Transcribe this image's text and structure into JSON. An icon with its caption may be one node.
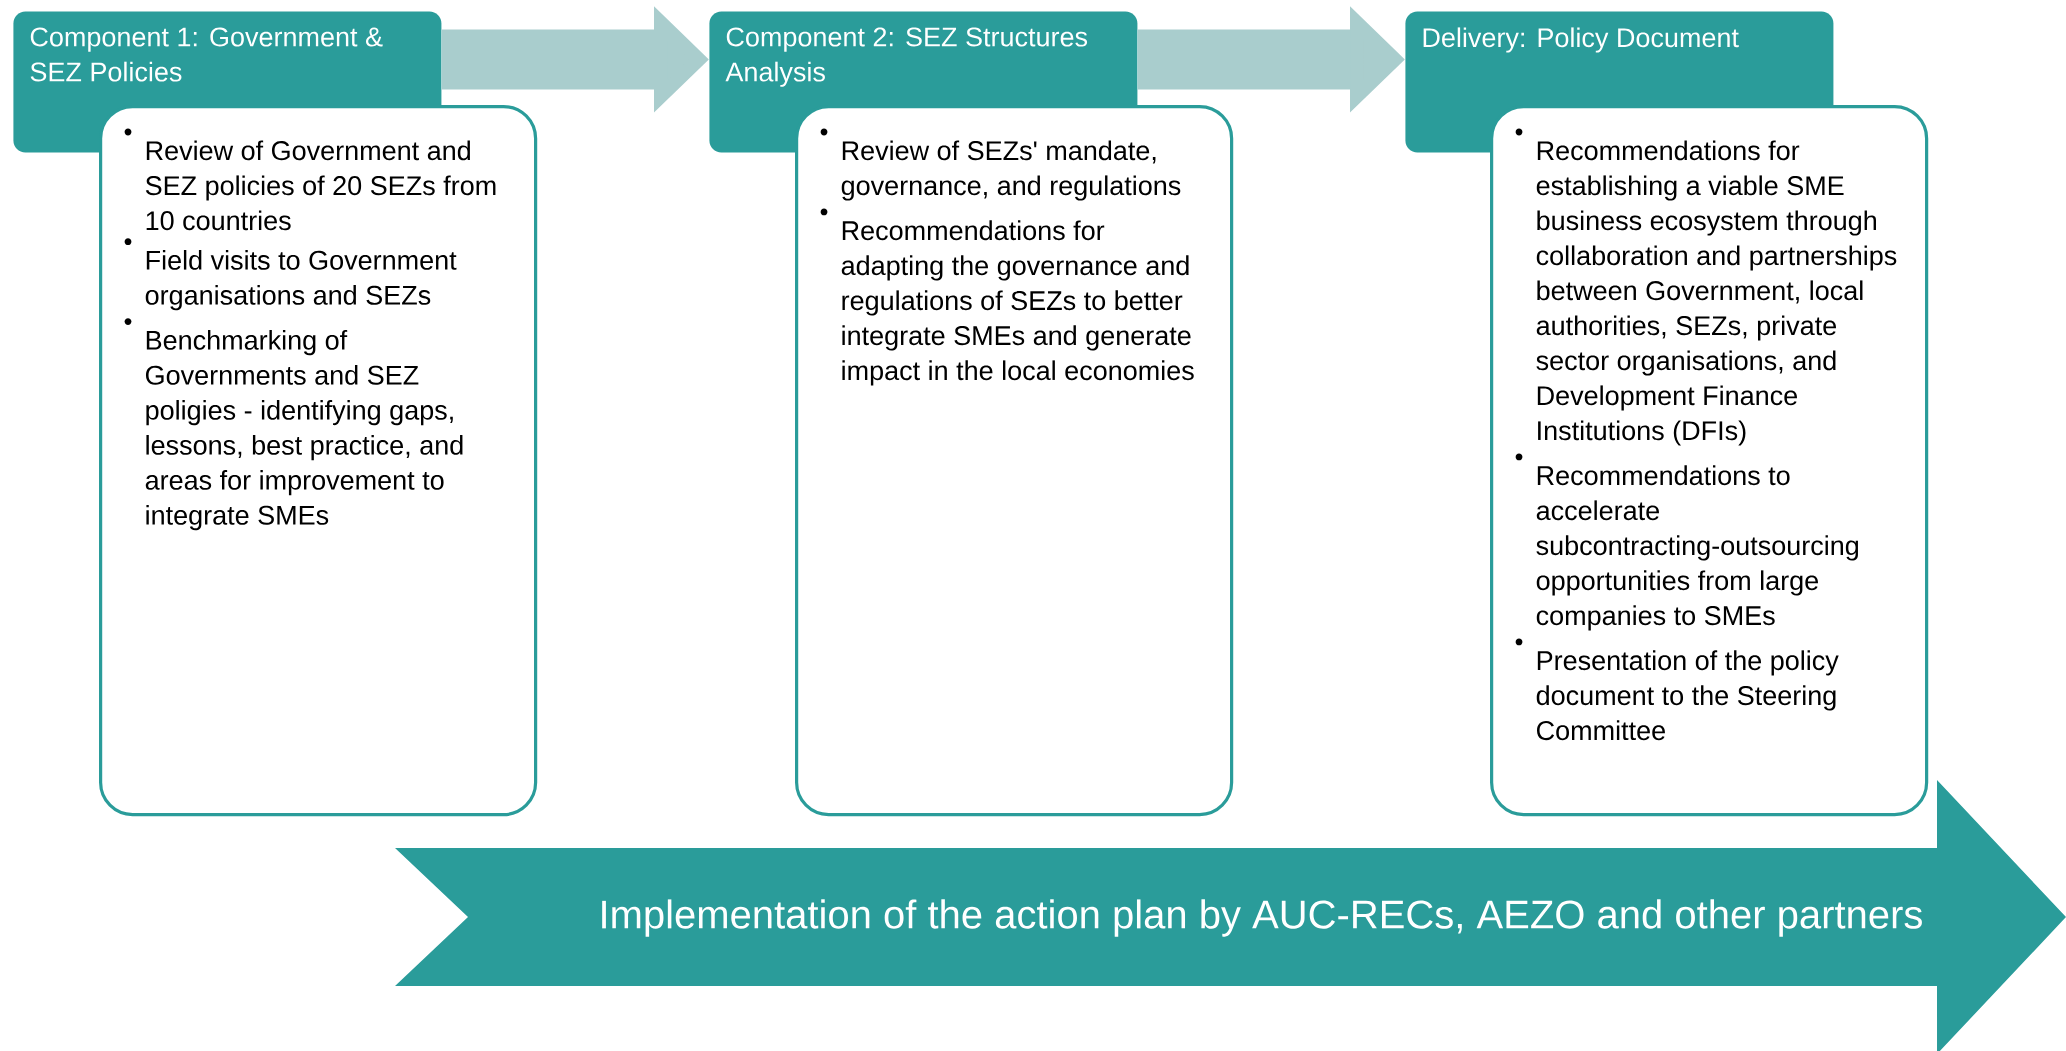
{
  "diagram": {
    "nodes": [
      {
        "text": [
          "Component 1: Government & SEZ Policies"
        ]
      },
      {
        "text": [
          "Review of Government and SEZ policies of 20 SEZs from 10 countries",
          "Field visits to Government organisations and SEZs",
          "Benchmarking of Governments and SEZ poligies - identifying gaps, lessons, best practice, and areas for improvement to integrate SMEs"
        ]
      },
      {
        "text": [
          "Component 2: SEZ Structures Analysis"
        ]
      },
      {
        "text": [
          "Review of SEZs' mandate, governance, and regulations",
          "Recommendations for adapting the governance and regulations of SEZs to better integrate SMEs and generate impact in the local economies"
        ]
      },
      {
        "text": [
          "Delivery: Policy Document"
        ]
      },
      {
        "text": [
          "Recommendations for establishing a viable SME business ecosystem through collaboration and partnerships between Government, local authorities, SEZs, private sector organisations, and Development Finance Institutions (DFIs)",
          "Recommendations to accelerate subcontracting-outsourcing opportunities from large companies to SMEs",
          "Presentation of the policy document to the Steering Committee"
        ]
      },
      {
        "text": [
          "Implementation of the action plan by AUC-RECs, AEZO and other partners"
        ]
      }
    ],
    "edges": [
      {
        "from": 0,
        "to": 2,
        "arrow": "to"
      },
      {
        "from": 2,
        "to": 4,
        "arrow": "to"
      }
    ]
  }
}
